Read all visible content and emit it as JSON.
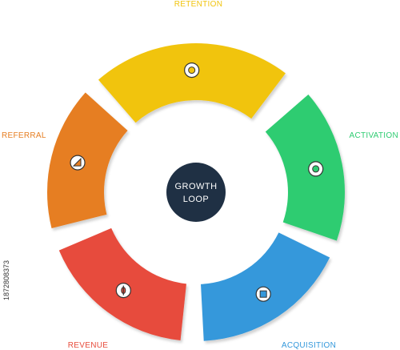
{
  "hub": {
    "line1": "GROWTH",
    "line2": "LOOP",
    "color": "#1f3044"
  },
  "segments": [
    {
      "id": "retention",
      "label": "RETENTION",
      "color": "#f1c40f",
      "icon": "target-circle-icon"
    },
    {
      "id": "activation",
      "label": "ACTIVATION",
      "color": "#2ecc71",
      "icon": "target-circle-icon"
    },
    {
      "id": "acquisition",
      "label": "ACQUISITION",
      "color": "#3498db",
      "icon": "square-stop-icon"
    },
    {
      "id": "revenue",
      "label": "REVENUE",
      "color": "#e74c3c",
      "icon": "phi-circle-icon"
    },
    {
      "id": "referral",
      "label": "REFERRAL",
      "color": "#e67e22",
      "icon": "triangle-play-icon"
    }
  ],
  "side_text": "1872808373"
}
